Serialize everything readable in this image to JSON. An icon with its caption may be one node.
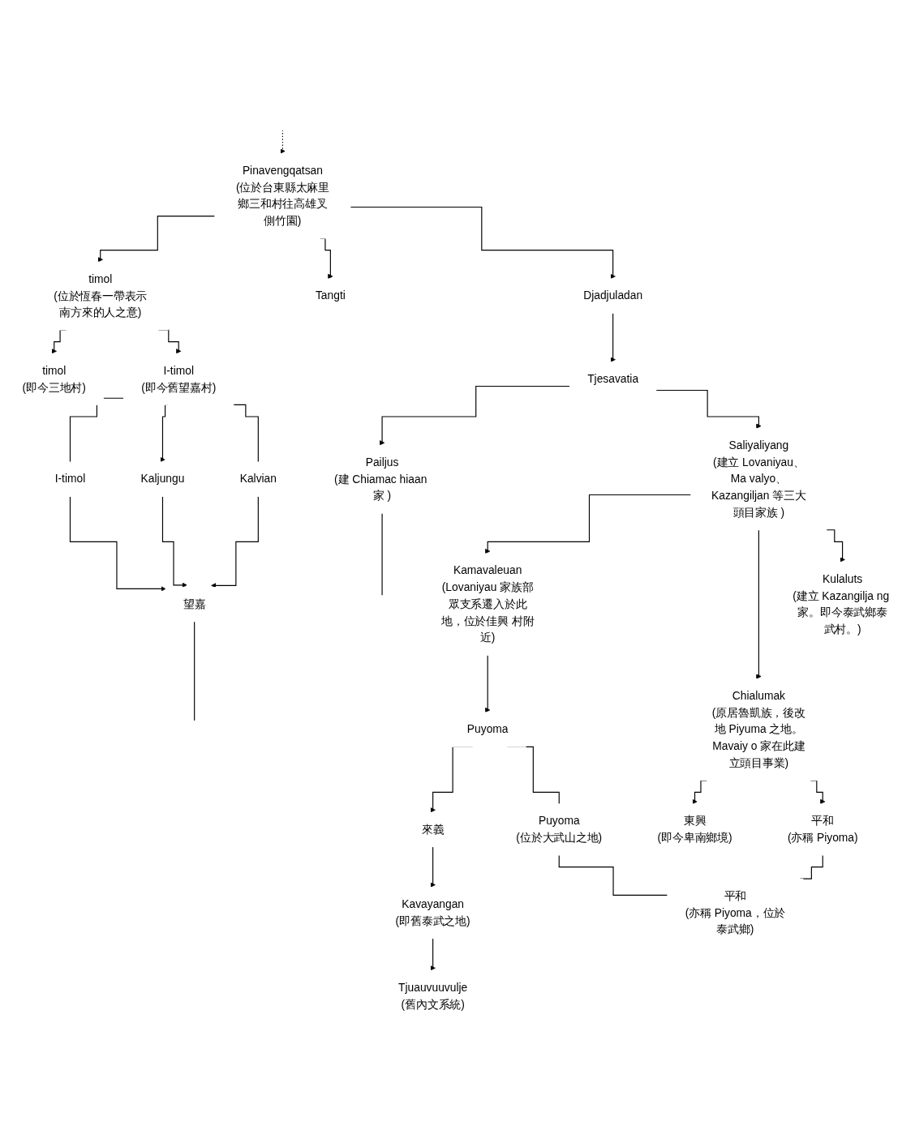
{
  "diagram": {
    "nodes": [
      {
        "text": [
          "Pinavengqatsan",
          "(位於台東縣太麻里鄉三和村往高雄叉側竹園)"
        ]
      },
      {
        "text": [
          "timol",
          "(位於恆春一帶表示南方來的人之意)"
        ]
      },
      {
        "text": [
          "timol",
          "(即今三地村)"
        ]
      },
      {
        "text": [
          "I-timol",
          "(即今舊望嘉村)"
        ]
      },
      {
        "text": [
          "I-timol"
        ]
      },
      {
        "text": [
          "Kaljungu"
        ]
      },
      {
        "text": [
          "Kalvian"
        ]
      },
      {
        "text": [
          "望嘉"
        ]
      },
      {
        "text": [
          "Tangti"
        ]
      },
      {
        "text": [
          "Djadjuladan"
        ]
      },
      {
        "text": [
          "Tjesavatia"
        ]
      },
      {
        "text": [
          "Pailjus",
          "(建 Chiamac hiaan 家 )"
        ]
      },
      {
        "text": [
          "Saliyaliyang",
          "(建立 Lovaniyau、Ma valyo、Kazangiljan 等三大頭目家族 )"
        ]
      },
      {
        "text": [
          "Kamavaleuan",
          "(Lovaniyau 家族部眾支系遷入於此地，位於佳興 村附近)"
        ]
      },
      {
        "text": [
          "Puyoma"
        ]
      },
      {
        "text": [
          "來義"
        ]
      },
      {
        "text": [
          "Kavayangan",
          "(即舊泰武之地)"
        ]
      },
      {
        "text": [
          "Tjuauvuuvulje",
          "(舊內文系統)"
        ]
      },
      {
        "text": [
          "Puyoma",
          "(位於大武山之地)"
        ]
      },
      {
        "text": [
          "Chialumak",
          "(原居魯凱族，後改地 Piyuma 之地。Mavaiy o 家在此建立頭目事業)"
        ]
      },
      {
        "text": [
          "東興",
          "(即今卑南鄉境)"
        ]
      },
      {
        "text": [
          "平和",
          "(亦稱 Piyoma)"
        ]
      },
      {
        "text": [
          "平和",
          "(亦稱 Piyoma，位於泰武鄉)"
        ]
      },
      {
        "text": [
          "Kulaluts",
          "(建立 Kazangilja ng 家。即今泰武鄉泰武村。)"
        ]
      }
    ],
    "edges": [
      {
        "from": null,
        "to": 0,
        "arrow": "to",
        "style": "dashed"
      },
      {
        "from": 0,
        "to": 1,
        "arrow": "to"
      },
      {
        "from": 0,
        "to": 8,
        "arrow": "to"
      },
      {
        "from": 0,
        "to": 9,
        "arrow": "to"
      },
      {
        "from": 1,
        "to": 2,
        "arrow": "to"
      },
      {
        "from": 1,
        "to": 3,
        "arrow": "to"
      },
      {
        "from": 3,
        "to": 4,
        "arrow": "none"
      },
      {
        "from": 3,
        "to": 5,
        "arrow": "to"
      },
      {
        "from": 3,
        "to": 6,
        "arrow": "none"
      },
      {
        "from": 4,
        "to": 7,
        "arrow": "to"
      },
      {
        "from": 5,
        "to": 7,
        "arrow": "to"
      },
      {
        "from": 6,
        "to": 7,
        "arrow": "to"
      },
      {
        "from": 7,
        "to": null,
        "arrow": "none"
      },
      {
        "from": 9,
        "to": 10,
        "arrow": "to"
      },
      {
        "from": 10,
        "to": 11,
        "arrow": "to"
      },
      {
        "from": 10,
        "to": 12,
        "arrow": "to"
      },
      {
        "from": 11,
        "to": null,
        "arrow": "none"
      },
      {
        "from": 12,
        "to": 13,
        "arrow": "to"
      },
      {
        "from": 12,
        "to": 19,
        "arrow": "to"
      },
      {
        "from": 12,
        "to": 23,
        "arrow": "to"
      },
      {
        "from": 13,
        "to": 14,
        "arrow": "to"
      },
      {
        "from": 14,
        "to": 15,
        "arrow": "to"
      },
      {
        "from": 14,
        "to": 18,
        "arrow": "none"
      },
      {
        "from": 15,
        "to": 16,
        "arrow": "to"
      },
      {
        "from": 16,
        "to": 17,
        "arrow": "to"
      },
      {
        "from": 18,
        "to": 22,
        "arrow": "none"
      },
      {
        "from": 19,
        "to": 20,
        "arrow": "to"
      },
      {
        "from": 19,
        "to": 21,
        "arrow": "to"
      },
      {
        "from": 21,
        "to": 22,
        "arrow": "none"
      }
    ]
  }
}
